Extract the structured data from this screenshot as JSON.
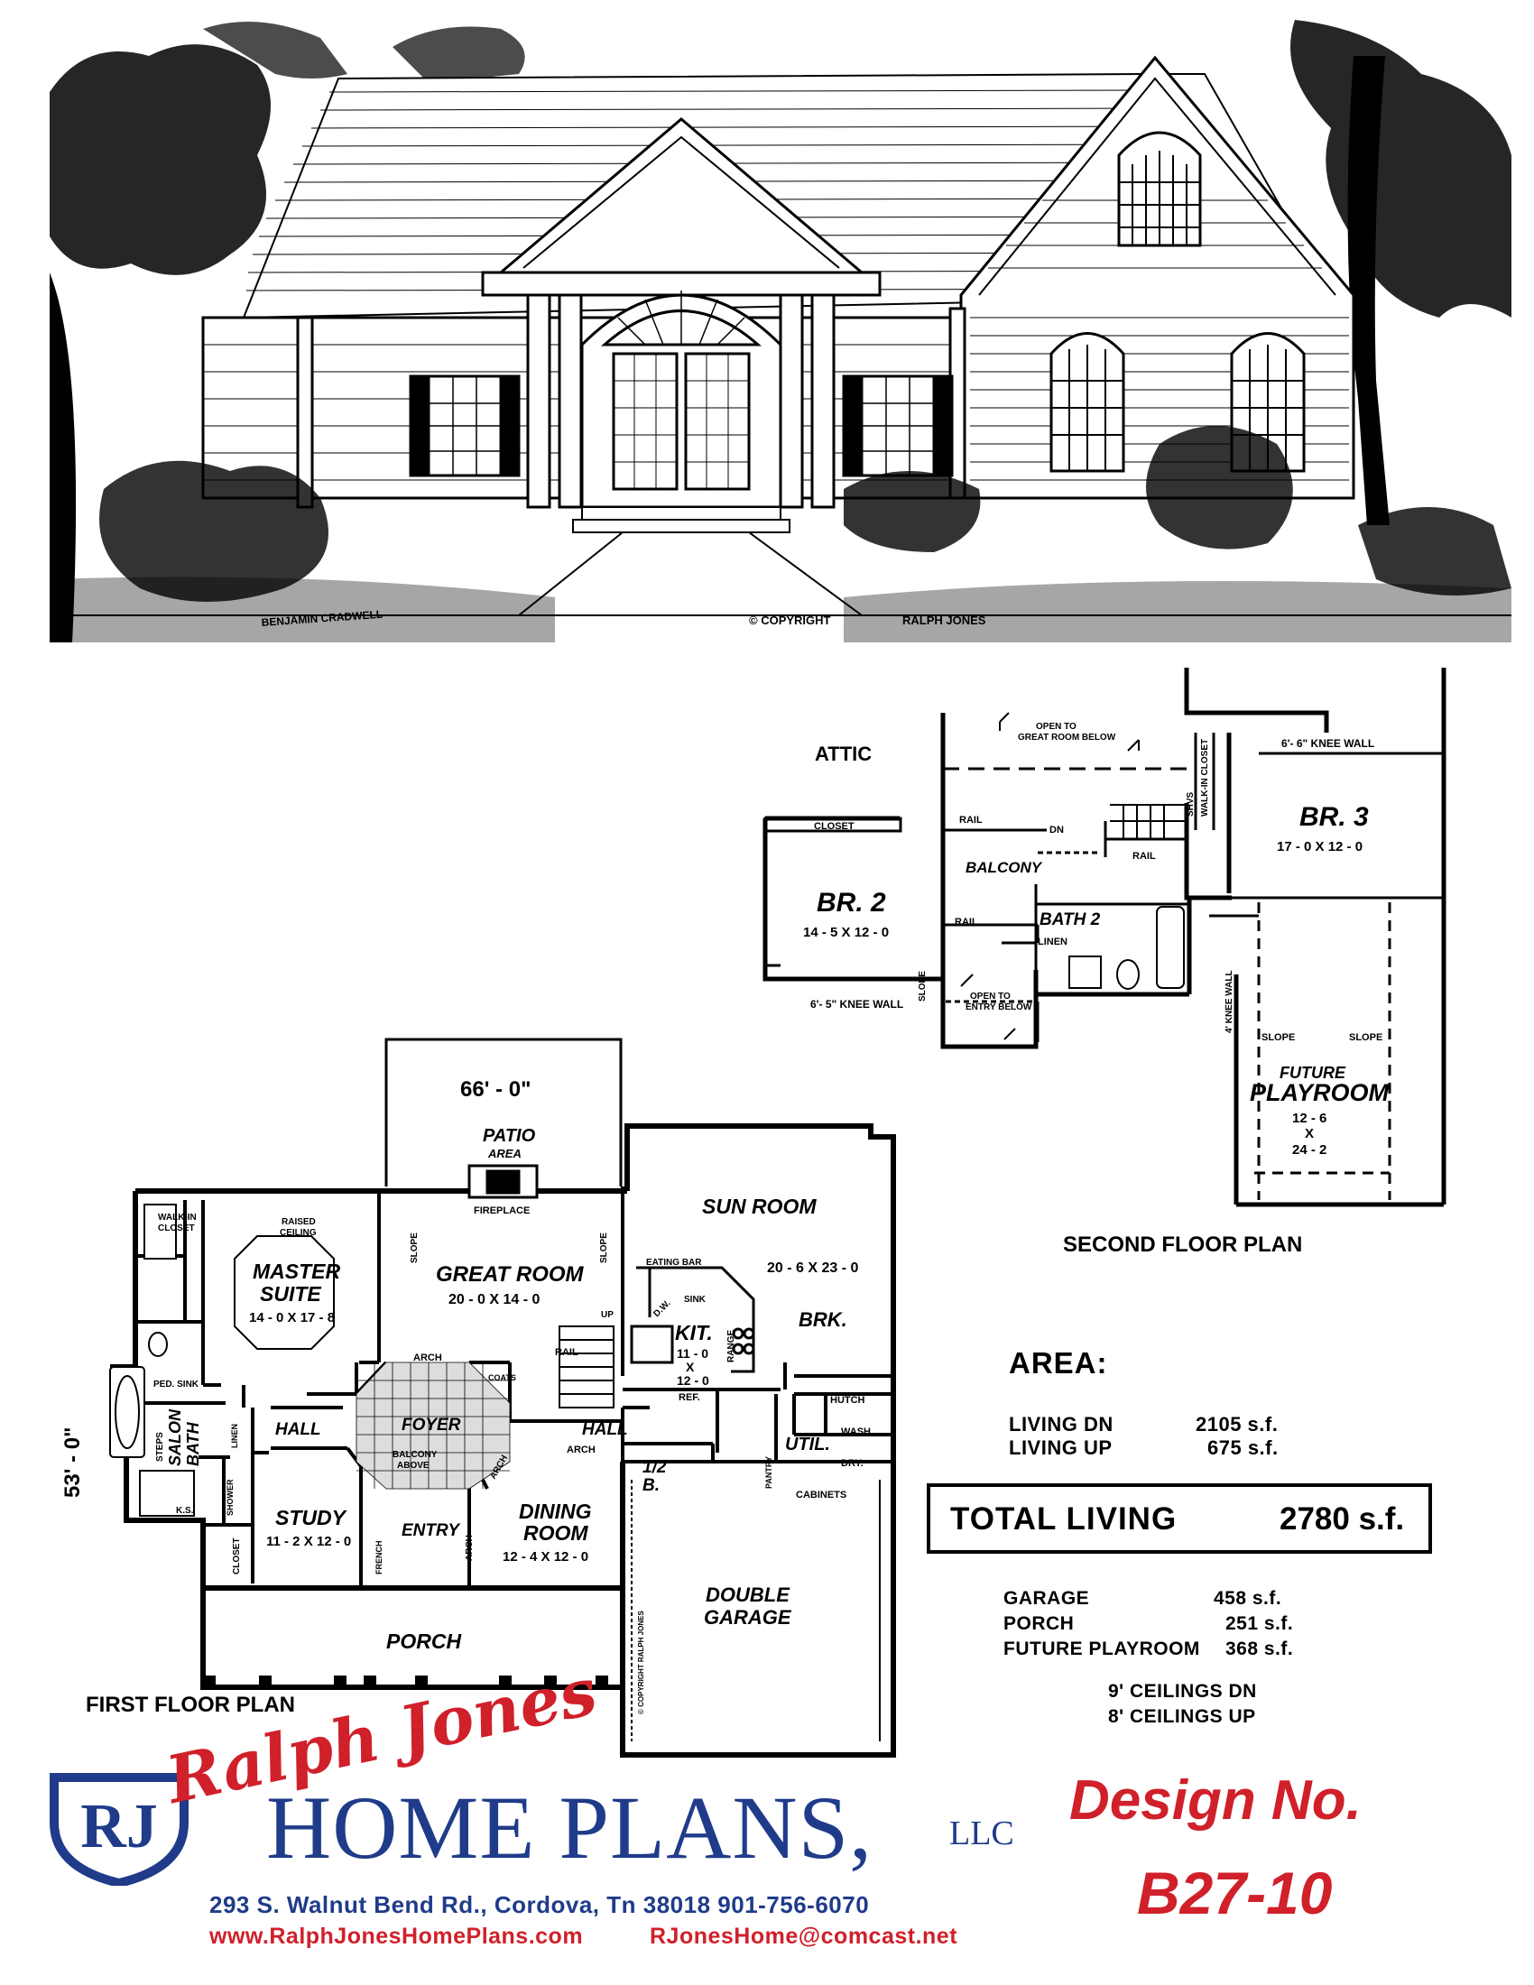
{
  "elevation": {
    "copyright": "© COPYRIGHT",
    "author": "RALPH JONES",
    "artist_signature": "BENJAMIN CRADWELL"
  },
  "second_floor": {
    "caption": "SECOND FLOOR PLAN",
    "attic": "ATTIC",
    "open_great_room": "OPEN TO GREAT ROOM BELOW",
    "knee_wall_top": "6'- 6\" KNEE WALL",
    "br3_name": "BR. 3",
    "br3_size": "17 - 0 X 12 - 0",
    "walkin_closet": "WALK-IN CLOSET",
    "shelves": "SHVS",
    "rail": "RAIL",
    "dn": "DN",
    "closet": "CLOSET",
    "balcony": "BALCONY",
    "br2_name": "BR. 2",
    "br2_size": "14 - 5 X 12 - 0",
    "bath2": "BATH 2",
    "linen": "LINEN",
    "slope": "SLOPE",
    "open_entry": "OPEN TO ENTRY BELOW",
    "knee_wall_bottom": "6'- 5\" KNEE WALL",
    "knee_wall_4": "4' KNEE WALL",
    "playroom_future": "FUTURE",
    "playroom_name": "PLAYROOM",
    "playroom_size_a": "12 - 6",
    "playroom_size_x": "X",
    "playroom_size_b": "24 - 2"
  },
  "first_floor": {
    "caption": "FIRST FLOOR PLAN",
    "width_dim": "66' - 0\"",
    "depth_dim": "53' - 0\"",
    "patio": "PATIO",
    "patio_area": "AREA",
    "fireplace": "FIREPLACE",
    "sun_room": "SUN ROOM",
    "sun_room_size": "20 - 6 X 23 - 0",
    "brk": "BRK.",
    "great_room": "GREAT ROOM",
    "great_room_size": "20 - 0 X 14 - 0",
    "slope": "SLOPE",
    "eating_bar": "EATING BAR",
    "sink": "SINK",
    "dw": "D.W.",
    "kit": "KIT.",
    "kit_size_a": "11 - 0",
    "kit_size_x": "X",
    "kit_size_b": "12 - 0",
    "range": "RANGE",
    "ref": "REF.",
    "up": "UP",
    "rail": "RAIL",
    "arch": "ARCH",
    "coats": "COATS",
    "walkin_closet": "WALK-IN CLOSET",
    "raised_ceiling": "RAISED CEILING",
    "master": "MASTER",
    "suite": "SUITE",
    "master_size": "14 - 0 X 17 - 8",
    "ped_sink": "PED. SINK",
    "salon": "SALON",
    "bath": "BATH",
    "steps": "STEPS",
    "shower": "SHOWER",
    "ks": "K.S.",
    "linen": "LINEN",
    "hall": "HALL",
    "foyer": "FOYER",
    "balcony_above": "BALCONY ABOVE",
    "hutch": "HUTCH",
    "wash": "WASH",
    "dry": "DRY.",
    "util": "UTIL.",
    "half_bath": "1/2",
    "half_bath_b": "B.",
    "pantry": "PANTRY",
    "cabinets": "CABINETS",
    "study": "STUDY",
    "study_size": "11 - 2 X 12 - 0",
    "closet": "CLOSET",
    "french": "FRENCH",
    "entry": "ENTRY",
    "dining": "DINING",
    "room": "ROOM",
    "dining_size": "12 - 4 X 12 - 0",
    "double": "DOUBLE",
    "garage": "GARAGE",
    "garage_copyright": "© COPYRIGHT RALPH JONES",
    "porch": "PORCH"
  },
  "area": {
    "title": "AREA:",
    "living_dn_label": "LIVING DN",
    "living_dn_value": "2105 s.f.",
    "living_up_label": "LIVING UP",
    "living_up_value": "675 s.f.",
    "total_label": "TOTAL LIVING",
    "total_value": "2780 s.f.",
    "garage_label": "GARAGE",
    "garage_value": "458 s.f.",
    "porch_label": "PORCH",
    "porch_value": "251 s.f.",
    "playroom_label": "FUTURE PLAYROOM",
    "playroom_value": "368 s.f.",
    "ceilings_dn": "9' CEILINGS DN",
    "ceilings_up": "8' CEILINGS UP"
  },
  "branding": {
    "logo_mark": "RJ",
    "script_name": "Ralph Jones",
    "company": "HOME PLANS,",
    "suffix": "LLC",
    "address": "293 S. Walnut Bend  Rd., Cordova, Tn  38018   901-756-6070",
    "website": "www.RalphJonesHomePlans.com",
    "email": "RJonesHome@comcast.net",
    "design_label": "Design No.",
    "design_number": "B27-10",
    "colors": {
      "blue": "#1f3b8a",
      "red": "#d0202a"
    }
  }
}
